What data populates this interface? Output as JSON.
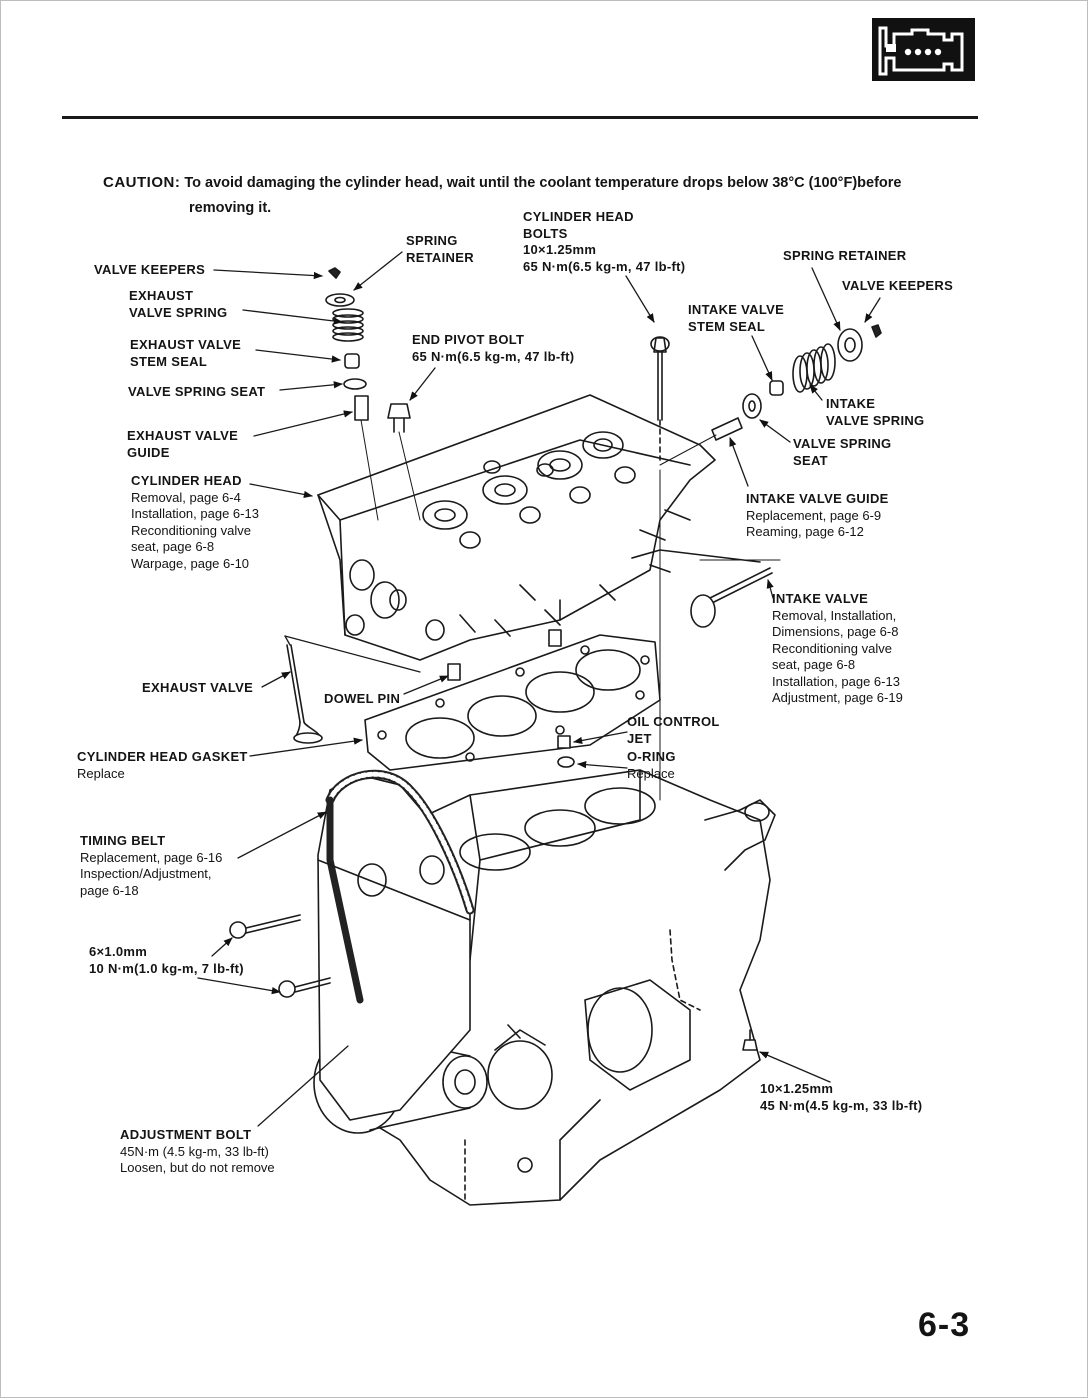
{
  "header": {
    "section_icon": "engine-icon"
  },
  "caution": {
    "label": "CAUTION:",
    "text_line1": "To avoid damaging the cylinder head, wait until the coolant temperature drops below 38°C (100°F)before",
    "text_line2": "removing it."
  },
  "labels": [
    {
      "id": "valve-keepers-left",
      "title": [
        "VALVE KEEPERS"
      ],
      "details": []
    },
    {
      "id": "spring-retainer-left",
      "title": [
        "SPRING",
        "RETAINER"
      ],
      "details": []
    },
    {
      "id": "cylinder-head-bolts",
      "title": [
        "CYLINDER HEAD",
        "BOLTS",
        "10×1.25mm",
        "65 N·m(6.5 kg-m, 47 lb-ft)"
      ],
      "details": []
    },
    {
      "id": "spring-retainer-right",
      "title": [
        "SPRING RETAINER"
      ],
      "details": []
    },
    {
      "id": "valve-keepers-right",
      "title": [
        "VALVE KEEPERS"
      ],
      "details": []
    },
    {
      "id": "exhaust-valve-spring",
      "title": [
        "EXHAUST",
        "VALVE SPRING"
      ],
      "details": []
    },
    {
      "id": "intake-valve-stem-seal",
      "title": [
        "INTAKE VALVE",
        "STEM SEAL"
      ],
      "details": []
    },
    {
      "id": "exhaust-valve-stem-seal",
      "title": [
        "EXHAUST VALVE",
        "STEM SEAL"
      ],
      "details": []
    },
    {
      "id": "end-pivot-bolt",
      "title": [
        "END PIVOT BOLT",
        "65 N·m(6.5 kg-m, 47 lb-ft)"
      ],
      "details": []
    },
    {
      "id": "valve-spring-seat-left",
      "title": [
        "VALVE SPRING SEAT"
      ],
      "details": []
    },
    {
      "id": "intake-valve-spring",
      "title": [
        "INTAKE",
        "VALVE SPRING"
      ],
      "details": []
    },
    {
      "id": "exhaust-valve-guide",
      "title": [
        "EXHAUST VALVE",
        "GUIDE"
      ],
      "details": []
    },
    {
      "id": "valve-spring-seat-right",
      "title": [
        "VALVE SPRING",
        "SEAT"
      ],
      "details": []
    },
    {
      "id": "cylinder-head",
      "title": [
        "CYLINDER HEAD"
      ],
      "details": [
        "Removal, page 6-4",
        "Installation, page 6-13",
        "Reconditioning valve",
        "seat, page 6-8",
        "Warpage, page 6-10"
      ]
    },
    {
      "id": "intake-valve-guide",
      "title": [
        "INTAKE VALVE GUIDE"
      ],
      "details": [
        "Replacement, page 6-9",
        "Reaming, page 6-12"
      ]
    },
    {
      "id": "intake-valve",
      "title": [
        "INTAKE VALVE"
      ],
      "details": [
        "Removal, Installation,",
        "Dimensions, page 6-8",
        "Reconditioning valve",
        "seat, page 6-8",
        "Installation, page 6-13",
        "Adjustment, page 6-19"
      ]
    },
    {
      "id": "exhaust-valve",
      "title": [
        "EXHAUST VALVE"
      ],
      "details": []
    },
    {
      "id": "dowel-pin",
      "title": [
        "DOWEL PIN"
      ],
      "details": []
    },
    {
      "id": "oil-control-jet",
      "title": [
        "OIL CONTROL",
        "JET"
      ],
      "details": []
    },
    {
      "id": "o-ring",
      "title": [
        "O-RING"
      ],
      "details": [
        "Replace"
      ]
    },
    {
      "id": "cylinder-head-gasket",
      "title": [
        "CYLINDER HEAD GASKET"
      ],
      "details": [
        "Replace"
      ]
    },
    {
      "id": "timing-belt",
      "title": [
        "TIMING BELT"
      ],
      "details": [
        "Replacement, page 6-16",
        "Inspection/Adjustment,",
        "page 6-18"
      ]
    },
    {
      "id": "bolt-6x1",
      "title": [
        "6×1.0mm",
        "10 N·m(1.0 kg-m, 7 lb-ft)"
      ],
      "details": []
    },
    {
      "id": "bolt-10x125",
      "title": [
        "10×1.25mm",
        "45 N·m(4.5 kg-m, 33 lb-ft)"
      ],
      "details": []
    },
    {
      "id": "adjustment-bolt",
      "title": [
        "ADJUSTMENT BOLT"
      ],
      "details": [
        "45N·m (4.5 kg-m, 33 lb-ft)",
        "Loosen, but do not remove"
      ]
    }
  ],
  "page_number": "6-3"
}
